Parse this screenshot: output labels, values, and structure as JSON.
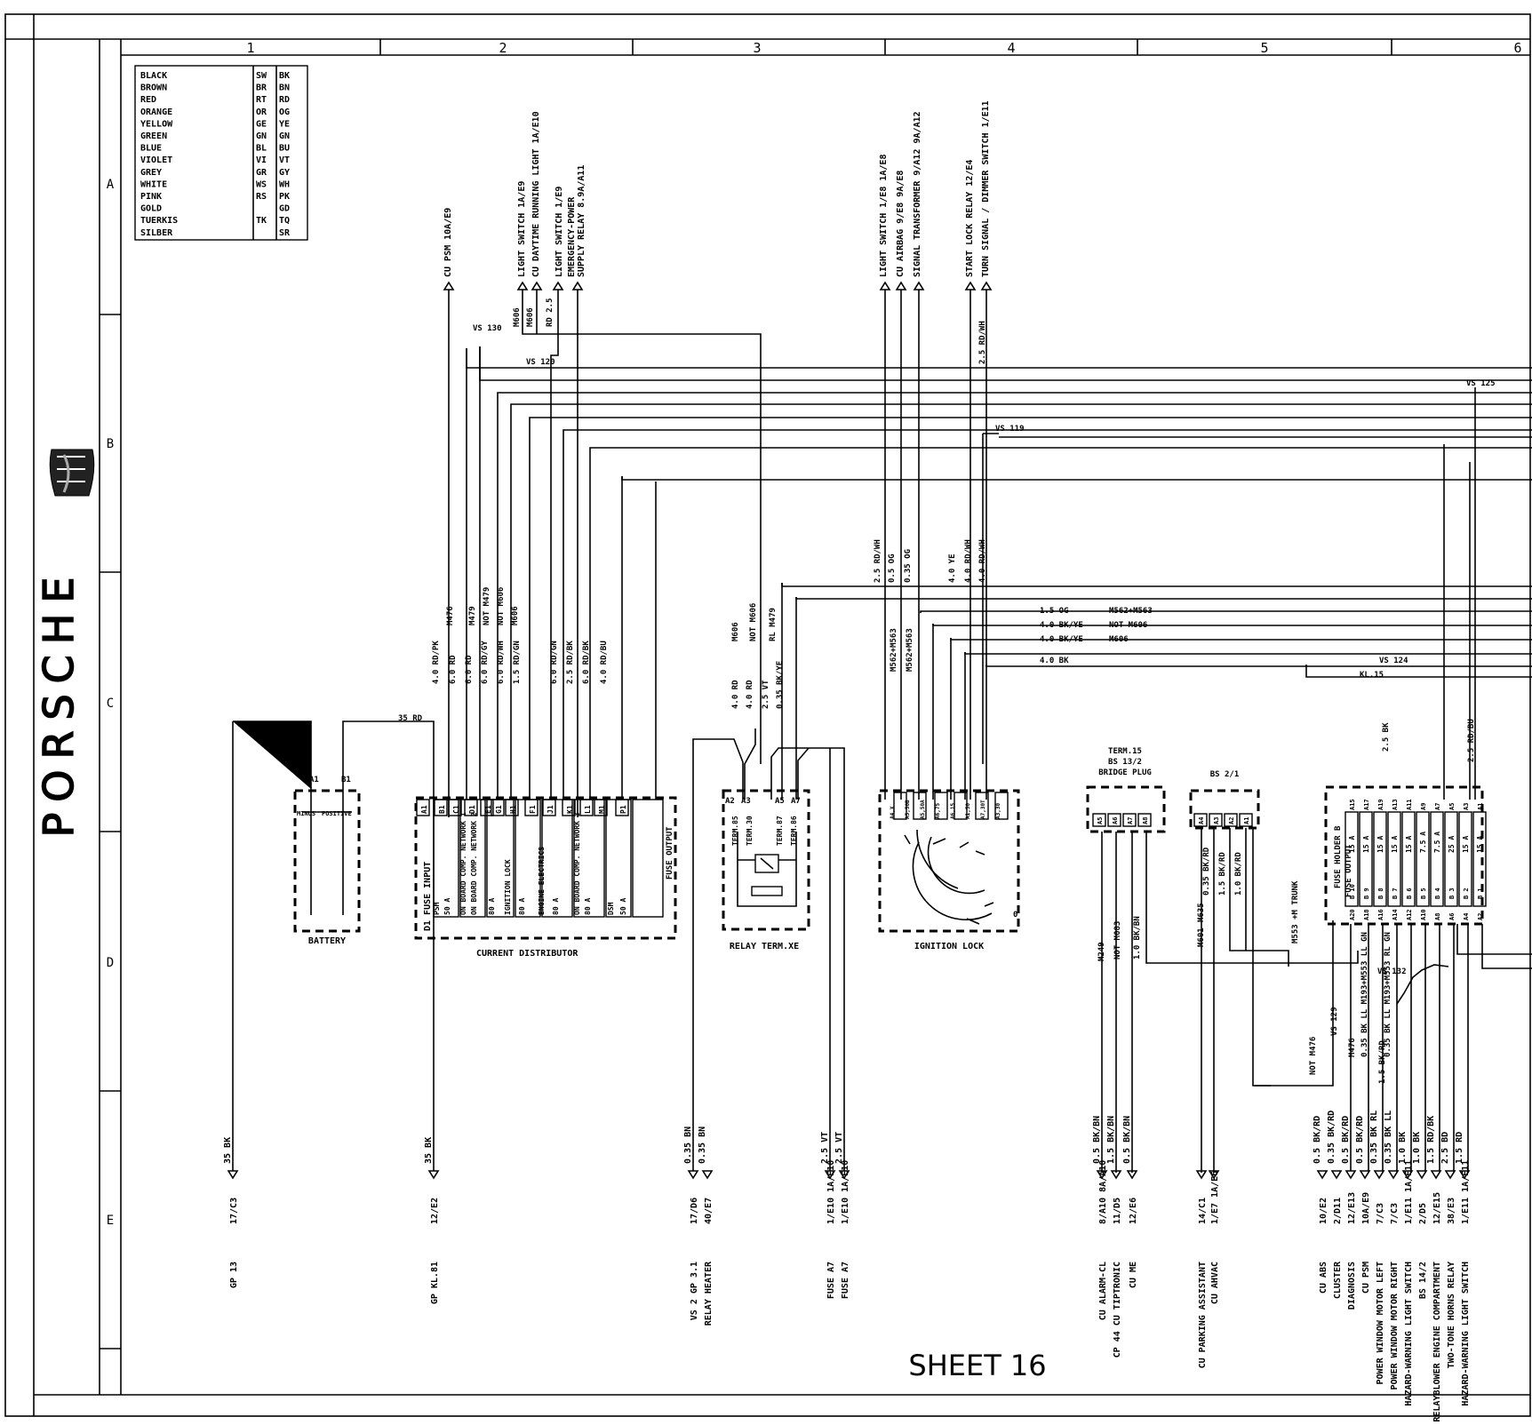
{
  "sheet_label": "SHEET 16",
  "brand": "PORSCHE",
  "columns": [
    "1",
    "2",
    "3",
    "4",
    "5",
    "6"
  ],
  "rows": [
    "A",
    "B",
    "C",
    "D",
    "E"
  ],
  "color_key": [
    {
      "name": "BLACK",
      "de": "SW",
      "code": "BK"
    },
    {
      "name": "BROWN",
      "de": "BR",
      "code": "BN"
    },
    {
      "name": "RED",
      "de": "RT",
      "code": "RD"
    },
    {
      "name": "ORANGE",
      "de": "OR",
      "code": "OG"
    },
    {
      "name": "YELLOW",
      "de": "GE",
      "code": "YE"
    },
    {
      "name": "GREEN",
      "de": "GN",
      "code": "GN"
    },
    {
      "name": "BLUE",
      "de": "BL",
      "code": "BU"
    },
    {
      "name": "VIOLET",
      "de": "VI",
      "code": "VT"
    },
    {
      "name": "GREY",
      "de": "GR",
      "code": "GY"
    },
    {
      "name": "WHITE",
      "de": "WS",
      "code": "WH"
    },
    {
      "name": "PINK",
      "de": "RS",
      "code": "PK"
    },
    {
      "name": "GOLD",
      "de": "",
      "code": "GD"
    },
    {
      "name": "TUERKIS",
      "de": "TK",
      "code": "TQ"
    },
    {
      "name": "SILBER",
      "de": "",
      "code": "SR"
    }
  ],
  "components": {
    "battery": {
      "name": "BATTERY",
      "pins": [
        "A1",
        "B1"
      ],
      "terminals": [
        "MINUS",
        "POSITIVE"
      ]
    },
    "current_distributor": {
      "name": "CURRENT DISTRIBUTOR",
      "fuse_input": "D1 FUSE INPUT",
      "fuse_output": "FUSE OUTPUT",
      "pins": [
        "A1",
        "B1",
        "C1",
        "D1",
        "E1",
        "G1",
        "H1",
        "F1",
        "J1",
        "K1",
        "L1",
        "M1",
        "P1"
      ],
      "fuses": [
        "PSM",
        "50 A",
        "ON BOARD COMP. NETWORK 1",
        "ON BOARD COMP. NETWORK 2",
        "80 A",
        "IGNITION LOCK",
        "80 A",
        "ENGINE ELECTRICS",
        "80 A",
        "ON BOARD COMP. NETWORK 3",
        "80 A",
        "DSM",
        "50 A"
      ]
    },
    "relay": {
      "name": "RELAY TERM.XE",
      "pins": [
        "A2",
        "A3",
        "A5",
        "A7"
      ],
      "terms": [
        "TERM.85",
        "TERM.30",
        "TERM.87",
        "TERM.86"
      ]
    },
    "ignition_lock": {
      "name": "IGNITION LOCK",
      "pins": [
        "A4,X",
        "A5,50B",
        "A5,50A",
        "A6,75",
        "A6,15",
        "A1,50",
        "A7,30T",
        "A3,30"
      ],
      "pos0": "0"
    },
    "bridge_plug": {
      "name": "TERM.15\nBS 13/2\nBRIDGE PLUG",
      "line1": "TERM.15",
      "line2": "BS 13/2",
      "line3": "BRIDGE PLUG",
      "pins": [
        "A5",
        "A6",
        "A7",
        "A8"
      ]
    },
    "bs21": {
      "name": "BS 2/1",
      "pins": [
        "A4",
        "A3",
        "A2",
        "A1"
      ]
    },
    "fuse_holder": {
      "name": "FUSE HOLDER B",
      "fuse_output": "FUSE OUTPUT",
      "pins_bottom": [
        "A20",
        "A18",
        "A16",
        "A14",
        "A12",
        "A10",
        "A8",
        "A6",
        "A4",
        "A2"
      ],
      "pins_top": [
        "A15",
        "A17",
        "A19",
        "A13",
        "A11",
        "A9",
        "A7",
        "A5",
        "A3",
        "A1"
      ],
      "ratings": [
        "15 A",
        "15 A",
        "15 A",
        "15 A",
        "15 A",
        "7.5 A",
        "7.5 A",
        "25 A",
        "15 A",
        "15 A"
      ],
      "fuses": [
        "B 10",
        "B 9",
        "B 8",
        "B 7",
        "B 6",
        "B 5",
        "B 4",
        "B 3",
        "B 2",
        "B 1"
      ]
    }
  },
  "top_connections": [
    "CU PSM   10A/E9",
    "LIGHT SWITCH   1A/E9",
    "CU DAYTIME RUNNING LIGHT   1A/E10",
    "LIGHT SWITCH   1/E9",
    "EMERGENCY-POWER",
    "SUPPLY RELAY   8.9A/A11",
    "LIGHT SWITCH   1/E8 1A/E8",
    "CU AIRBAG   9/E8 9A/E8",
    "SIGNAL TRANSFORMER   9/A12 9A/A12",
    "START LOCK RELAY   12/E4",
    "TURN SIGNAL / DIMMER SWITCH  1/E11"
  ],
  "splices": [
    "VS 130",
    "VS 120",
    "VS 119",
    "VS 125",
    "VS 124",
    "KL.15",
    "VS 132",
    "VS 129"
  ],
  "wire_labels": {
    "batt_pos": "35 RD",
    "dist_top": [
      "4.0 RD/PK",
      "6.0 RD",
      "6.0 RD",
      "6.0 RD/GY",
      "6.0 RD/WH",
      "1.5 RD/GN",
      "6.0 RD/GN",
      "2.5 RD/BK",
      "6.0 RD/BK",
      "4.0 RD/BU"
    ],
    "dist_codes": [
      "M476",
      "M479",
      "NOT M479",
      "NOT M606",
      "M606"
    ],
    "relay_top": [
      "4.0 RD",
      "4.0 RD",
      "2.5 VT",
      "0.35 BK/YE"
    ],
    "relay_codes": [
      "M606",
      "NOT M606",
      "RL M479"
    ],
    "ign_top": [
      "2.5 RD/WH",
      "0.5 OG",
      "0.35 OG",
      "4.0 YE",
      "4.0 RD/WH",
      "4.0 RD/WH"
    ],
    "ign_codes": [
      "M562+M563",
      "M562+M563"
    ],
    "horiz": [
      "1.5 OG",
      "4.0 BK/YE",
      "4.0 BK/YE",
      "4.0 BK"
    ],
    "horiz_codes": [
      "M562+M563",
      "NOT M606",
      "M606"
    ],
    "top_small": [
      "M606",
      "M606",
      "RD 2.5",
      "2.5 RD/WH"
    ],
    "kl15": [
      "2.5 BK",
      "2.5 RD/BU"
    ],
    "misc": [
      "M249",
      "NOT M083",
      "1.0 BK/BN",
      "M635",
      "M601",
      "0.35 BK/RD",
      "1.5 BK/RD",
      "1.0 BK/RD",
      "M553 +M TRUNK",
      "NOT M476",
      "M476",
      "0.35 BK LL M193+M553 LL GN",
      "1.5 BK/RD",
      "0.35 BK LL M193+M553 RL GN"
    ]
  },
  "bottom_connections": {
    "gp13": {
      "wire": "35 BK",
      "ref": "17/C3",
      "label": "GP 13"
    },
    "gp_kl81": {
      "wire": "35 BK",
      "ref": "12/E2",
      "label": "GP KL.81"
    },
    "vs2gp": [
      {
        "wire": "0.35 BN",
        "ref": "17/D6",
        "label": "VS 2 GP 3.1"
      },
      {
        "wire": "0.35 BN",
        "ref": "40/E7",
        "label": "RELAY HEATER"
      }
    ],
    "fuse_a7": [
      {
        "wire": "2.5 VT",
        "ref": "1/E10 1A/E10",
        "label": "FUSE A7"
      },
      {
        "wire": "2.5 VT",
        "ref": "1/E10 1A/E10",
        "label": "FUSE A7"
      }
    ],
    "cu_alarm": [
      {
        "wire": "0.5 BK/BN",
        "ref": "8/A10 8A/A10",
        "label": "CU ALARM-CL"
      },
      {
        "wire": "1.5 BK/BN",
        "ref": "11/D5",
        "label": "CP 44 CU TIPTRONIC"
      },
      {
        "wire": "0.5 BK/BN",
        "ref": "12/E6",
        "label": "CU ME"
      }
    ],
    "parking": [
      {
        "ref": "14/C1",
        "label": "CU PARKING ASSISTANT"
      },
      {
        "ref": "1/E7 1A/E6",
        "label": "CU AHVAC"
      }
    ],
    "fuse_holder_out": [
      {
        "wire": "0.5 BK/RD",
        "ref": "10/E2",
        "label": "CU ABS"
      },
      {
        "wire": "0.35 BK/RD",
        "ref": "2/D11",
        "label": "CLUSTER"
      },
      {
        "wire": "0.5 BK/RD",
        "ref": "12/E13",
        "label": "DIAGNOSIS"
      },
      {
        "wire": "0.5 BK/RD",
        "ref": "10A/E9",
        "label": "CU PSM"
      },
      {
        "wire": "0.35 BK RL",
        "ref": "7/C3",
        "label": "POWER WINDOW MOTOR LEFT"
      },
      {
        "wire": "0.35 BK LL",
        "ref": "7/C3",
        "label": "POWER WINDOW MOTOR RIGHT"
      },
      {
        "wire": "1.0 BK",
        "ref": "1/E11 1A/E11",
        "label": "HAZARD-WARNING LIGHT SWITCH"
      },
      {
        "wire": "1.0 BK",
        "ref": "2/D5",
        "label": "BS 14/2"
      },
      {
        "wire": "1.5 RD/BK",
        "ref": "12/E15",
        "label": "RELAYBLOWER ENGINE COMPARTMENT"
      },
      {
        "wire": "2.5 BD",
        "ref": "38/E3",
        "label": "TWO-TONE HORNS RELAY"
      },
      {
        "wire": "1.5 RD",
        "ref": "1/E11 1A/E11",
        "label": "HAZARD-WARNING LIGHT SWITCH"
      }
    ]
  }
}
